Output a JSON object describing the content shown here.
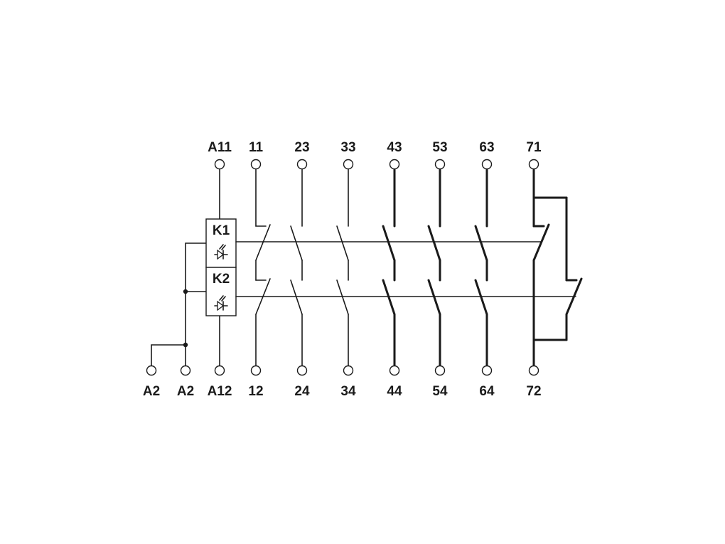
{
  "terminals_top": [
    "A11",
    "11",
    "23",
    "33",
    "43",
    "53",
    "63",
    "71"
  ],
  "terminals_bottom": [
    "A2",
    "A2",
    "A12",
    "12",
    "24",
    "34",
    "44",
    "54",
    "64",
    "72"
  ],
  "relays": [
    "K1",
    "K2"
  ]
}
